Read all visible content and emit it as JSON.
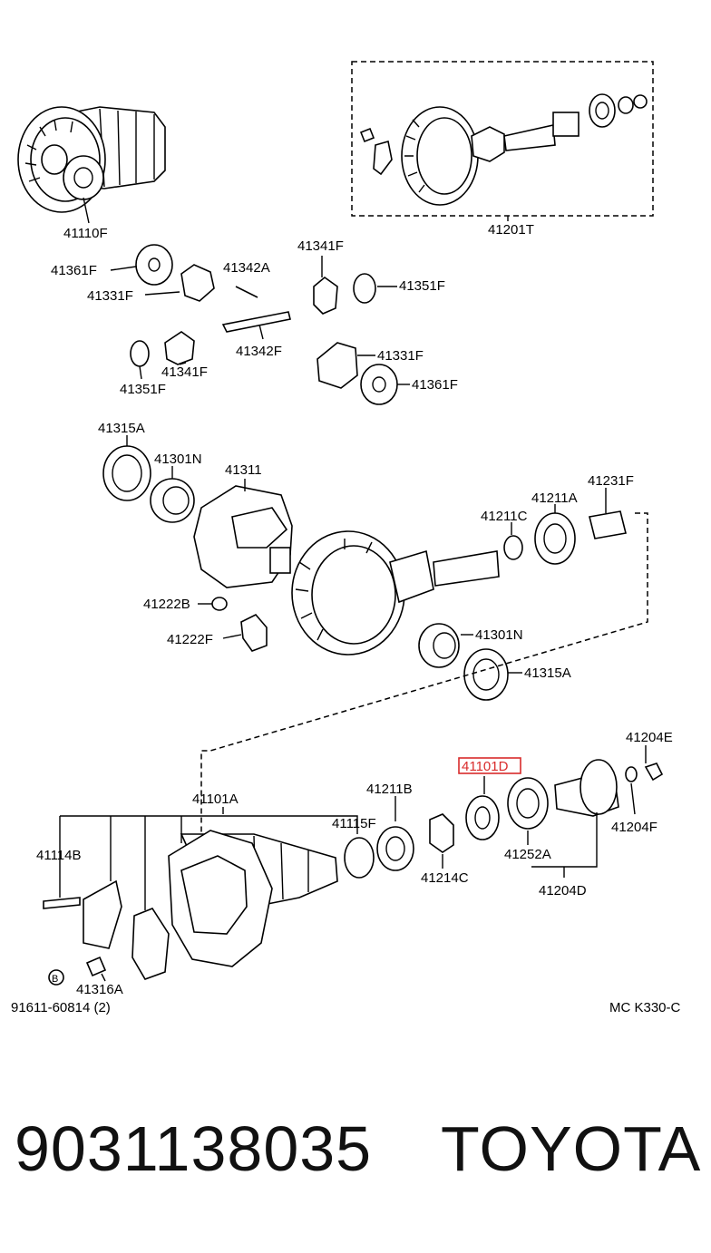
{
  "diagram": {
    "labels": {
      "l41110F": "41110F",
      "l41201T": "41201T",
      "l41361F_a": "41361F",
      "l41342A": "41342A",
      "l41341F_a": "41341F",
      "l41351F_a": "41351F",
      "l41331F_a": "41331F",
      "l41342F": "41342F",
      "l41341F_b": "41341F",
      "l41351F_b": "41351F",
      "l41331F_b": "41331F",
      "l41361F_b": "41361F",
      "l41315A_a": "41315A",
      "l41301N_a": "41301N",
      "l41311": "41311",
      "l41231F": "41231F",
      "l41211A": "41211A",
      "l41211C": "41211C",
      "l41222B": "41222B",
      "l41222F": "41222F",
      "l41301N_b": "41301N",
      "l41315A_b": "41315A",
      "l41204E": "41204E",
      "l41101D": "41101D",
      "l41101A": "41101A",
      "l41211B": "41211B",
      "l41115F": "41115F",
      "l41114B": "41114B",
      "l41214C": "41214C",
      "l41252A": "41252A",
      "l41204F": "41204F",
      "l41204D": "41204D",
      "l41316A": "41316A",
      "l91611": "91611-60814 (2)",
      "bolt_marker": "B",
      "code": "MC K330-C"
    },
    "highlight_color": "#d92b2b"
  },
  "footer": {
    "part_number": "9031138035",
    "brand": "TOYOTA"
  }
}
